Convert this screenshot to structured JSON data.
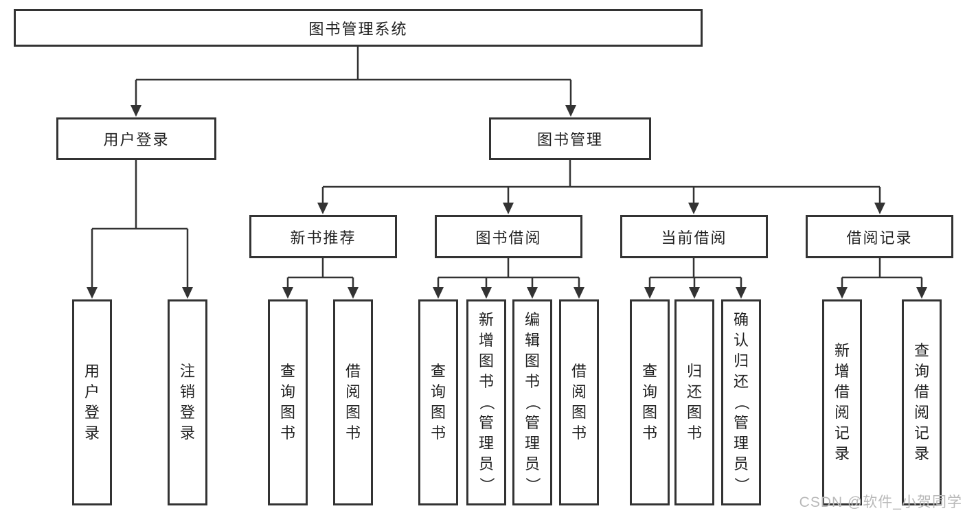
{
  "diagram_type": "hierarchy-tree",
  "colors": {
    "background": "#ffffff",
    "line": "#333333",
    "box_border": "#333333",
    "text": "#212121",
    "watermark": "#b9b9b9"
  },
  "tree": {
    "label": "图书管理系统",
    "children": [
      {
        "label": "用户登录",
        "children": [
          {
            "label": "用户登录"
          },
          {
            "label": "注销登录"
          }
        ]
      },
      {
        "label": "图书管理",
        "children": [
          {
            "label": "新书推荐",
            "children": [
              {
                "label": "查询图书"
              },
              {
                "label": "借阅图书"
              }
            ]
          },
          {
            "label": "图书借阅",
            "children": [
              {
                "label": "查询图书"
              },
              {
                "label": "新增图书（管理员）"
              },
              {
                "label": "编辑图书（管理员）"
              },
              {
                "label": "借阅图书"
              }
            ]
          },
          {
            "label": "当前借阅",
            "children": [
              {
                "label": "查询图书"
              },
              {
                "label": "归还图书"
              },
              {
                "label": "确认归还（管理员）"
              }
            ]
          },
          {
            "label": "借阅记录",
            "children": [
              {
                "label": "新增借阅记录"
              },
              {
                "label": "查询借阅记录"
              }
            ]
          }
        ]
      }
    ]
  },
  "watermark": {
    "text": "CSDN @软件_小贺同学"
  }
}
